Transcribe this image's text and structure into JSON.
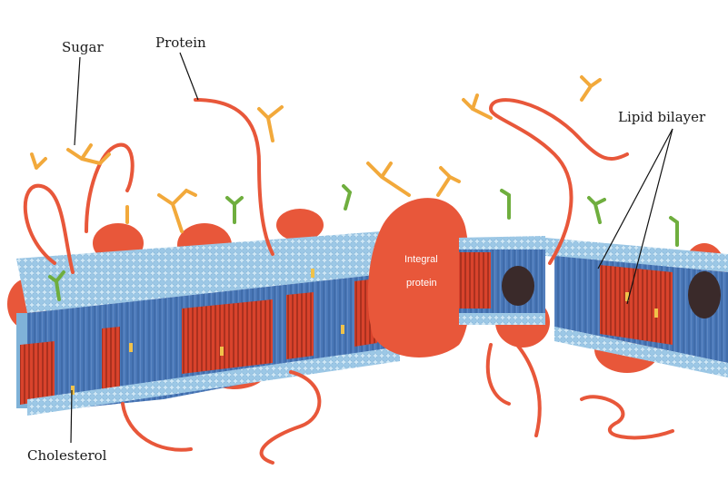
{
  "labels": {
    "sugar": "Sugar",
    "protein": "Protein",
    "lipid_bilayer": "Lipid bilayer",
    "cholesterol": "Cholesterol",
    "integral_protein_line1": "Integral",
    "integral_protein_line2": "protein"
  },
  "colors": {
    "protein": "#e8573a",
    "protein_dark": "#c93d22",
    "lipid_head": "#b9dcef",
    "lipid_body": "#4a78b8",
    "sugar": "#f2a93b",
    "sugar_green": "#6fae3e",
    "cholesterol": "#f0c24a"
  }
}
